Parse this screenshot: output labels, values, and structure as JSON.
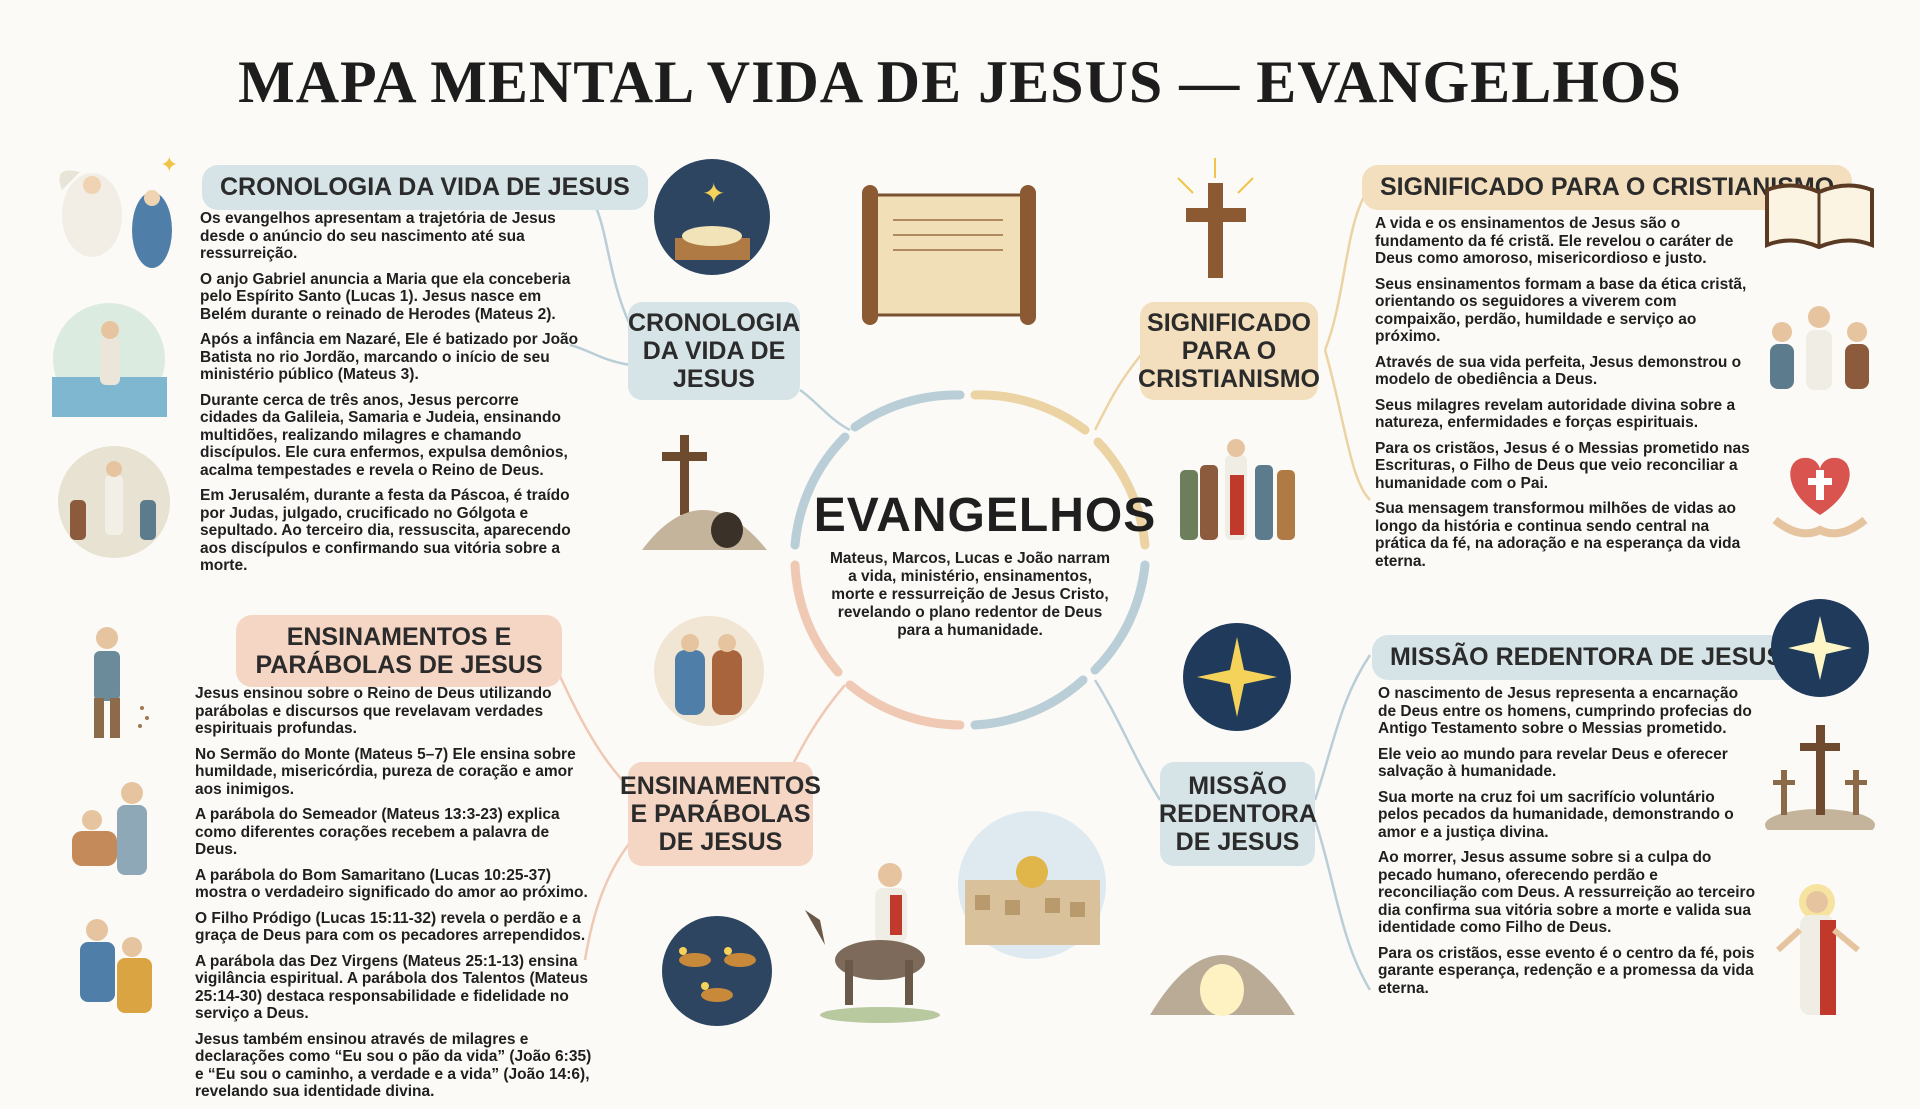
{
  "title": "MAPA MENTAL VIDA DE JESUS — EVANGELHOS",
  "center": {
    "title": "EVANGELHOS",
    "text": "Mateus, Marcos, Lucas e João narram a vida, ministério, ensinamentos, morte e ressurreição de Jesus Cristo, revelando o plano redentor de Deus para a humanidade."
  },
  "branches": {
    "cronologia": {
      "header": "CRONOLOGIA DA VIDA DE JESUS",
      "node": "CRONOLOGIA DA VIDA DE JESUS",
      "paragraphs": [
        "Os evangelhos apresentam a trajetória de Jesus desde o anúncio do seu nascimento até sua ressurreição.",
        "O anjo Gabriel anuncia a Maria que ela conceberia pelo Espírito Santo (Lucas 1). Jesus nasce em Belém durante o reinado de Herodes (Mateus 2).",
        "Após a infância em Nazaré, Ele é batizado por João Batista no rio Jordão, marcando o início de seu ministério público (Mateus 3).",
        "Durante cerca de três anos, Jesus percorre cidades da Galileia, Samaria e Judeia, ensinando multidões, realizando milagres e chamando discípulos. Ele cura enfermos, expulsa demônios, acalma tempestades e revela o Reino de Deus.",
        "Em Jerusalém, durante a festa da Páscoa, é traído por Judas, julgado, crucificado no Gólgota e sepultado. Ao terceiro dia, ressuscita, aparecendo aos discípulos e confirmando sua vitória sobre a morte."
      ]
    },
    "significado": {
      "header": "SIGNIFICADO PARA O CRISTIANISMO",
      "node": "SIGNIFICADO PARA O CRISTIANISMO",
      "paragraphs": [
        "A vida e os ensinamentos de Jesus são o fundamento da fé cristã. Ele revelou o caráter de Deus como amoroso, misericordioso e justo.",
        "Seus ensinamentos formam a base da ética cristã, orientando os seguidores a viverem com compaixão, perdão, humildade e serviço ao próximo.",
        "Através de sua vida perfeita, Jesus demonstrou o modelo de obediência a Deus.",
        "Seus milagres revelam autoridade divina sobre a natureza, enfermidades e forças espirituais.",
        "Para os cristãos, Jesus é o Messias prometido nas Escrituras, o Filho de Deus que veio reconciliar a humanidade com o Pai.",
        "Sua mensagem transformou milhões de vidas ao longo da história e continua sendo central na prática da fé, na adoração e na esperança da vida eterna."
      ]
    },
    "ensinamentos": {
      "header": "ENSINAMENTOS E PARÁBOLAS DE JESUS",
      "node": "ENSINAMENTOS E PARÁBOLAS DE JESUS",
      "paragraphs": [
        "Jesus ensinou sobre o Reino de Deus utilizando parábolas e discursos que revelavam verdades espirituais profundas.",
        "No Sermão do Monte (Mateus 5–7) Ele ensina sobre humildade, misericórdia, pureza de coração e amor aos inimigos.",
        "A parábola do Semeador (Mateus 13:3-23) explica como diferentes corações recebem a palavra de Deus.",
        "A parábola do Bom Samaritano (Lucas 10:25-37) mostra o verdadeiro significado do amor ao próximo.",
        "O Filho Pródigo (Lucas 15:11-32) revela o perdão e a graça de Deus para com os pecadores arrependidos.",
        "A parábola das Dez Virgens (Mateus 25:1-13) ensina vigilância espiritual. A parábola dos Talentos (Mateus 25:14-30) destaca responsabilidade e fidelidade no serviço a Deus.",
        "Jesus também ensinou através de milagres e declarações como “Eu sou o pão da vida” (João 6:35) e “Eu sou o caminho, a verdade e a vida” (João 14:6), revelando sua identidade divina."
      ]
    },
    "missao": {
      "header": "MISSÃO REDENTORA DE JESUS",
      "node": "MISSÃO REDENTORA DE JESUS",
      "paragraphs": [
        "O nascimento de Jesus representa a encarnação de Deus entre os homens, cumprindo profecias do Antigo Testamento sobre o Messias prometido.",
        "Ele veio ao mundo para revelar Deus e oferecer salvação à humanidade.",
        "Sua morte na cruz foi um sacrifício voluntário pelos pecados da humanidade, demonstrando o amor e a justiça divina.",
        "Ao morrer, Jesus assume sobre si a culpa do pecado humano, oferecendo perdão e reconciliação com Deus. A ressurreição ao terceiro dia confirma sua vitória sobre a morte e valida sua identidade como Filho de Deus.",
        "Para os cristãos, esse evento é o centro da fé, pois garante esperança, redenção e a promessa da vida eterna."
      ]
    }
  },
  "colors": {
    "blue": "#d6e4e8",
    "tan": "#f3dfbd",
    "peach": "#f5d6c5",
    "ring_blue": "#b9ced6",
    "ring_tan": "#ecd3a3",
    "ring_peach": "#f0c9b4"
  },
  "icons": [
    "annunciation-icon",
    "baptism-icon",
    "crowd-healing-icon",
    "nativity-icon",
    "scroll-icon",
    "cross-tomb-icon",
    "radiant-cross-icon",
    "bible-icon",
    "disciples-icon",
    "group-icon",
    "heart-cross-icon",
    "sower-icon",
    "good-samaritan-icon",
    "prodigal-son-icon",
    "mary-joseph-icon",
    "oil-lamps-icon",
    "jerusalem-icon",
    "donkey-entry-icon",
    "star-icon",
    "star-glow-icon",
    "three-crosses-icon",
    "empty-tomb-icon",
    "risen-christ-icon"
  ]
}
